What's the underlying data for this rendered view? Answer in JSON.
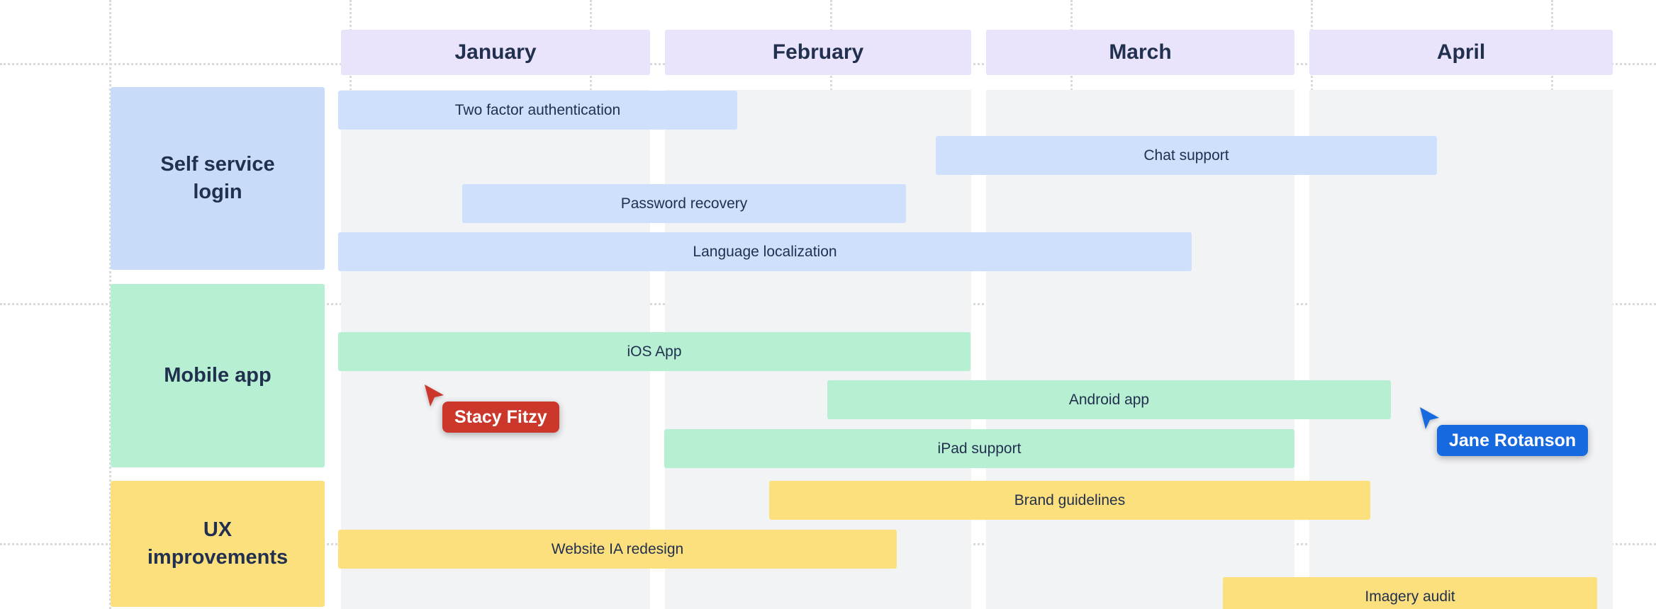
{
  "board": {
    "months": [
      {
        "label": "January"
      },
      {
        "label": "February"
      },
      {
        "label": "March"
      },
      {
        "label": "April"
      }
    ],
    "categories": [
      {
        "label": "Self service\nlogin"
      },
      {
        "label": "Mobile app"
      },
      {
        "label": "UX\nimprovements"
      }
    ],
    "tasks": [
      {
        "label": "Two factor authentication",
        "category": "Self service login"
      },
      {
        "label": "Chat support",
        "category": "Self service login"
      },
      {
        "label": "Password recovery",
        "category": "Self service login"
      },
      {
        "label": "Language localization",
        "category": "Self service login"
      },
      {
        "label": "iOS App",
        "category": "Mobile app"
      },
      {
        "label": "Android app",
        "category": "Mobile app"
      },
      {
        "label": "iPad support",
        "category": "Mobile app"
      },
      {
        "label": "Brand guidelines",
        "category": "UX improvements"
      },
      {
        "label": "Website IA redesign",
        "category": "UX improvements"
      },
      {
        "label": "Imagery audit",
        "category": "UX improvements"
      }
    ],
    "cursors": [
      {
        "name": "Stacy Fitzy",
        "color": "#cb382b"
      },
      {
        "name": "Jane Rotanson",
        "color": "#1769e0"
      }
    ],
    "colors": {
      "month_header_bg": "#e9e4fb",
      "column_bg": "#f2f3f5",
      "blue_task": "#cee0fb",
      "blue_category": "#c8dcfa",
      "green": "#b7efd3",
      "yellow": "#fde07e",
      "text": "#22304f",
      "grid_dots": "#d8d9db",
      "canvas_bg": "#ffffff"
    }
  }
}
